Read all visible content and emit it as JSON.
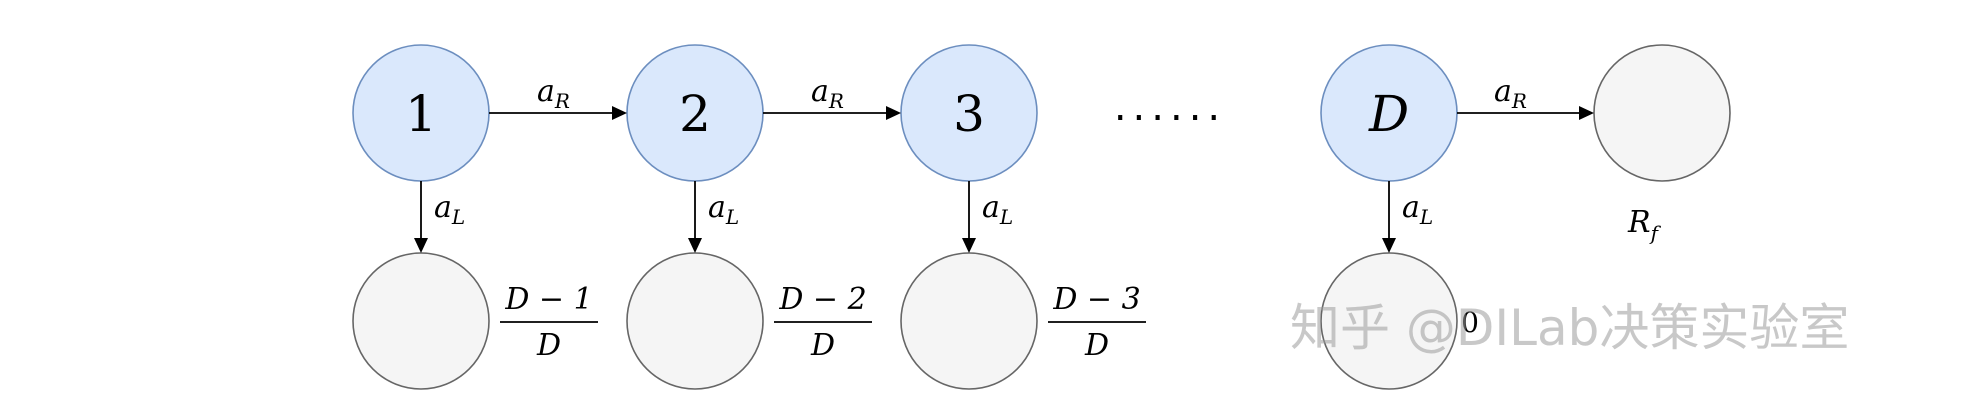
{
  "states": [
    "1",
    "2",
    "3",
    "D"
  ],
  "ellipsis": "......",
  "actions": {
    "right": {
      "symbol": "a",
      "sub": "R"
    },
    "left": {
      "symbol": "a",
      "sub": "L"
    }
  },
  "rewards": [
    {
      "numerator": "D − 1",
      "denominator": "D"
    },
    {
      "numerator": "D − 2",
      "denominator": "D"
    },
    {
      "numerator": "D − 3",
      "denominator": "D"
    },
    {
      "value": "0"
    }
  ],
  "final_reward": {
    "symbol": "R",
    "sub": "f"
  },
  "watermark": "知乎 @DILab决策实验室",
  "colors": {
    "state_fill": "#dae8fc",
    "state_stroke": "#6c8ebf",
    "terminal_fill": "#f5f5f5",
    "terminal_stroke": "#666666"
  }
}
